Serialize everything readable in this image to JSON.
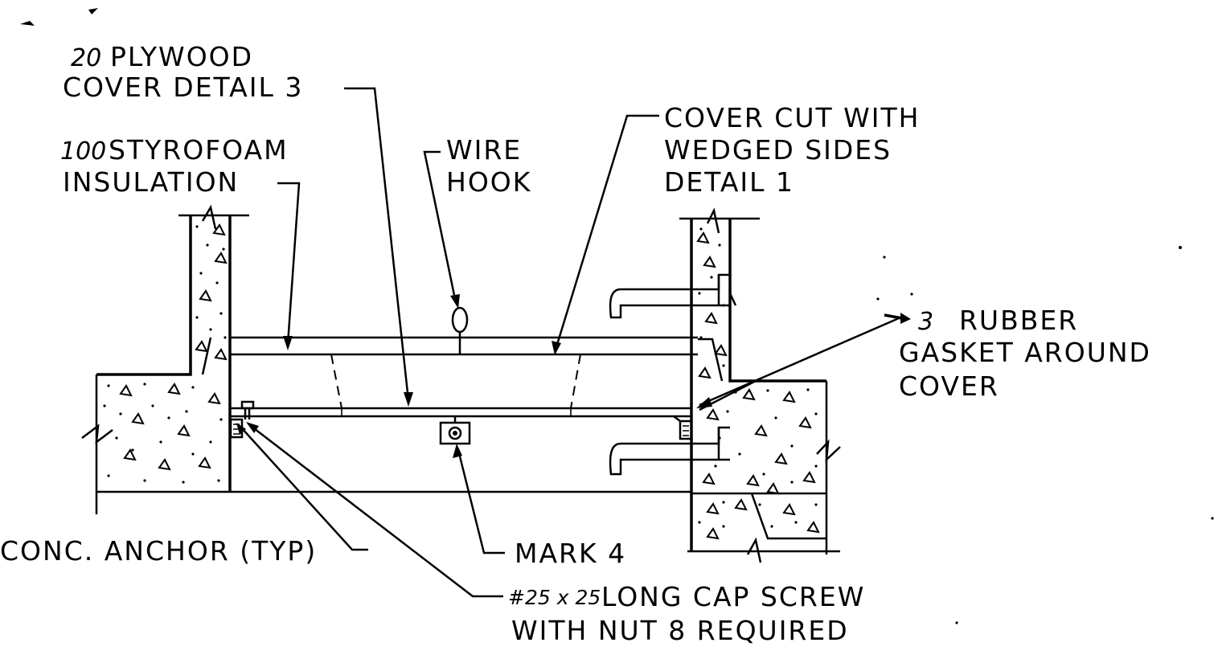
{
  "labels": {
    "plywood_num": "20",
    "plywood_l1": "PLYWOOD",
    "plywood_l2": "COVER DETAIL 3",
    "styro_num": "100",
    "styro_l1": "STYROFOAM",
    "styro_l2": "INSULATION",
    "wire_l1": "WIRE",
    "wire_l2": "HOOK",
    "cover_l1": "COVER CUT WITH",
    "cover_l2": "WEDGED SIDES",
    "cover_l3": "DETAIL 1",
    "gasket_num": "3",
    "gasket_l1": "RUBBER",
    "gasket_l2": "GASKET AROUND",
    "gasket_l3": "COVER",
    "anchor": "CONC. ANCHOR (TYP)",
    "mark": "MARK 4",
    "screw_num": "#25 x 25",
    "screw_l1": "LONG CAP SCREW",
    "screw_l2": "WITH NUT 8 REQUIRED"
  }
}
